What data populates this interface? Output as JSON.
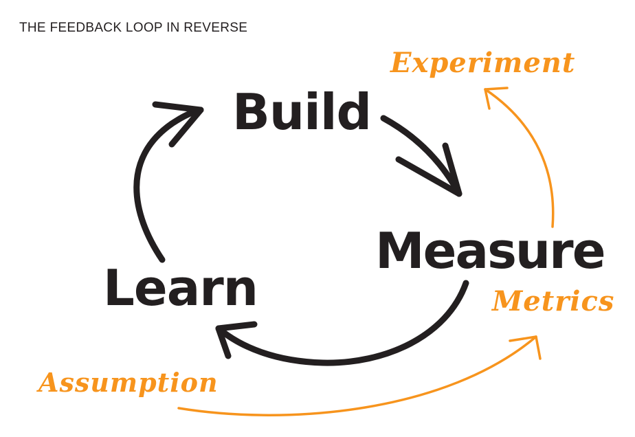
{
  "title": "THE FEEDBACK LOOP IN REVERSE",
  "colors": {
    "ink": "#231f20",
    "accent": "#f7941d"
  },
  "loop": {
    "build": "Build",
    "measure": "Measure",
    "learn": "Learn"
  },
  "reverse": {
    "experiment": "Experiment",
    "metrics": "Metrics",
    "assumption": "Assumption"
  }
}
